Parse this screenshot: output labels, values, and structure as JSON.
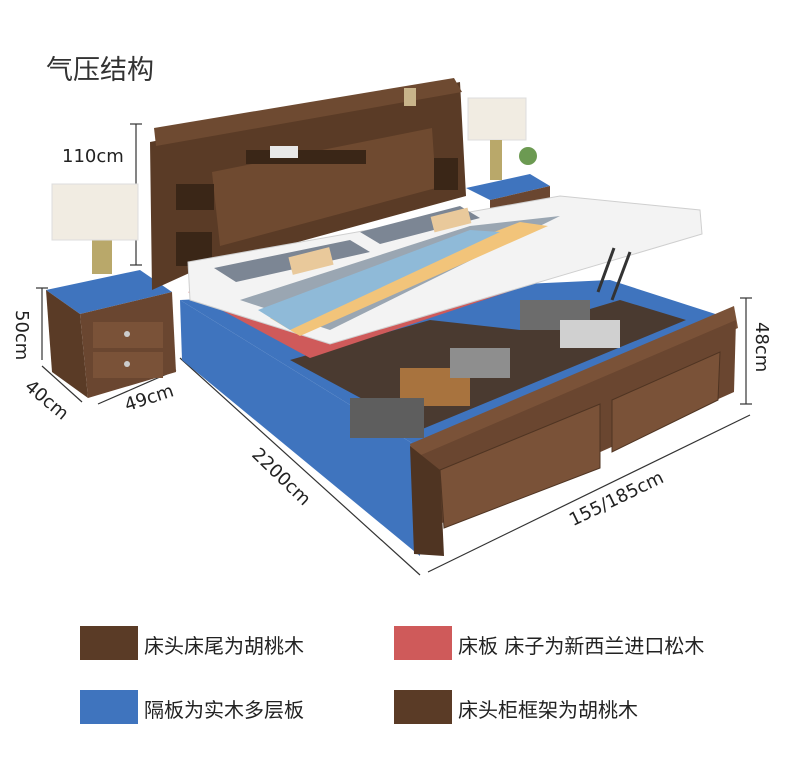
{
  "title": "气压结构",
  "dimensions": {
    "headboard_height": "110cm",
    "nightstand_height": "50cm",
    "nightstand_depth": "40cm",
    "nightstand_width": "49cm",
    "bed_length": "2200cm",
    "bed_width": "155/185cm",
    "frame_height": "48cm"
  },
  "legend": [
    {
      "label": "床头床尾为胡桃木",
      "color": "#5a3b26"
    },
    {
      "label": "床板 床子为新西兰进口松木",
      "color": "#cf5a5a"
    },
    {
      "label": "隔板为实木多层板",
      "color": "#3f74be"
    },
    {
      "label": "床头柜框架为胡桃木",
      "color": "#5a3b26"
    }
  ]
}
